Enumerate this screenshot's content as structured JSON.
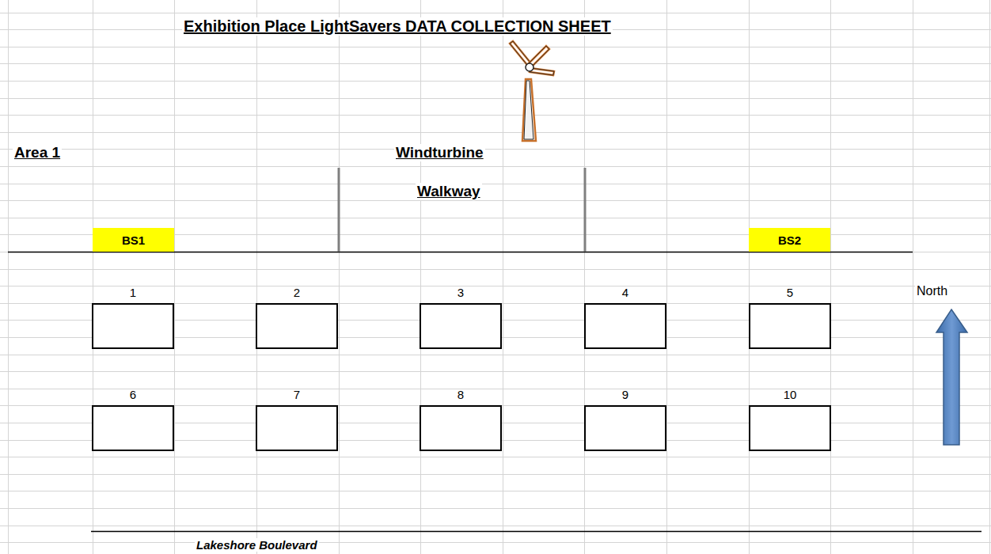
{
  "diagram": {
    "title": "Exhibition Place LightSavers DATA COLLECTION SHEET",
    "nodes": [
      {
        "text": [
          "BS1"
        ]
      },
      {
        "text": [
          "BS2"
        ]
      },
      {
        "text": [
          "1"
        ]
      },
      {
        "text": [
          "2"
        ]
      },
      {
        "text": [
          "3"
        ]
      },
      {
        "text": [
          "4"
        ]
      },
      {
        "text": [
          "5"
        ]
      },
      {
        "text": [
          "6"
        ]
      },
      {
        "text": [
          "7"
        ]
      },
      {
        "text": [
          "8"
        ]
      },
      {
        "text": [
          "9"
        ]
      },
      {
        "text": [
          "10"
        ]
      }
    ],
    "labels": [
      "Area 1",
      "Windturbine",
      "Walkway",
      "North",
      "Lakeshore Boulevard"
    ]
  }
}
